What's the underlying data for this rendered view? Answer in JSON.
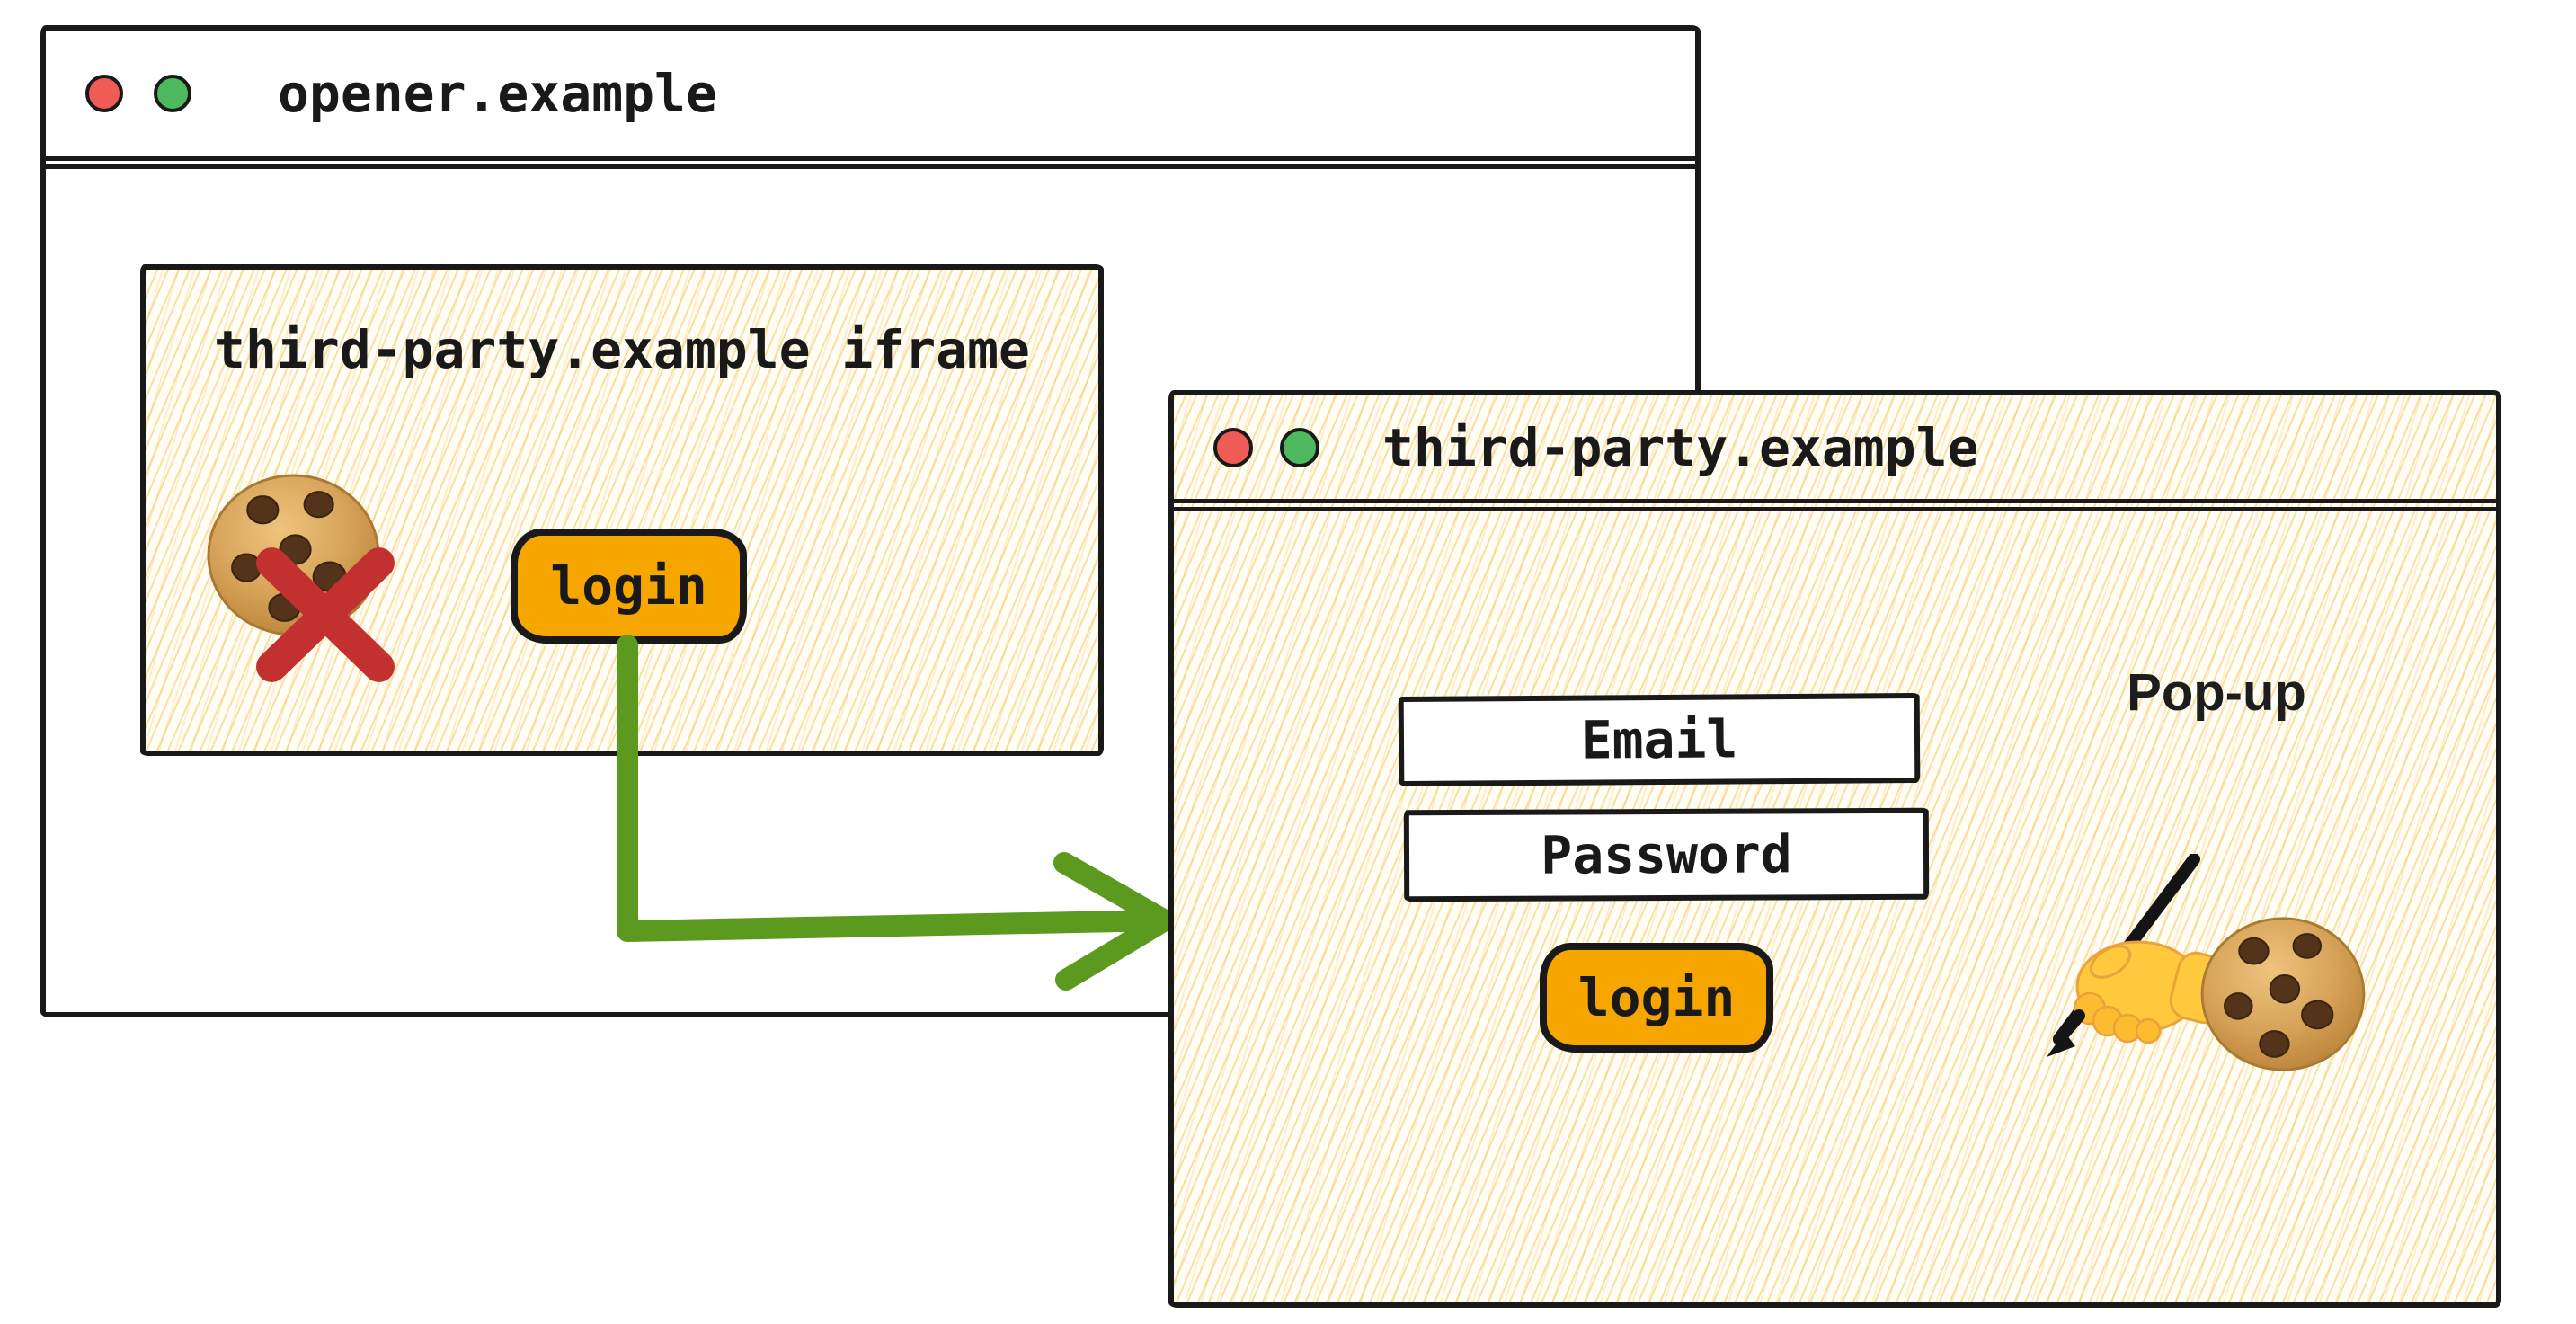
{
  "opener": {
    "title": "opener.example",
    "iframe": {
      "title": "third-party.example iframe",
      "login_label": "login"
    }
  },
  "popup": {
    "title": "third-party.example",
    "badge": "Pop-up",
    "email_label": "Email",
    "password_label": "Password",
    "login_label": "login"
  },
  "icons": {
    "opener_traffic_lights": [
      "red",
      "green"
    ],
    "popup_traffic_lights": [
      "red",
      "green"
    ],
    "iframe_cookie": "cookie",
    "iframe_blocked": "red-cross",
    "popup_hand": "writing-hand",
    "popup_cookie": "cookie",
    "flow_arrow": "green-elbow-arrow"
  },
  "colors": {
    "ink": "#191919",
    "window_bg": "#ffffff",
    "panel_bg": "#fffdf4",
    "hatch": "#f2c765",
    "button_orange": "#f7a600",
    "arrow_green": "#5c9a1f",
    "cross_red": "#c23030",
    "traffic_red": "#f15b55",
    "traffic_green": "#4db95f"
  }
}
